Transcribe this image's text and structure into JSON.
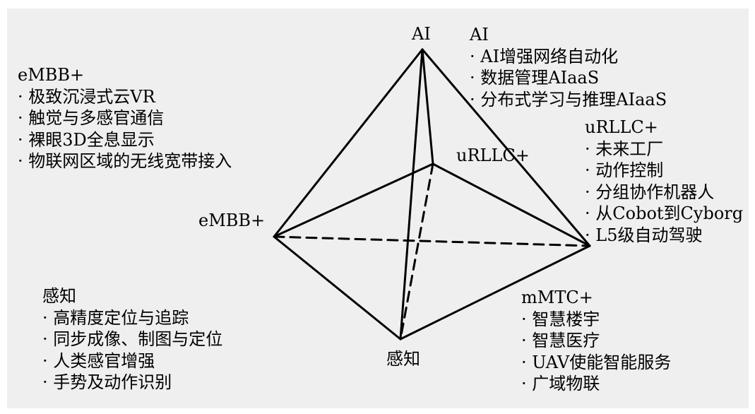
{
  "vertices": {
    "ai": "AI",
    "urllc": "uRLLC+",
    "embb": "eMBB+",
    "sensing": "感知"
  },
  "groups": {
    "ai": {
      "title": "AI",
      "items": [
        "AI增强网络自动化",
        "数据管理AIaaS",
        "分布式学习与推理AIaaS"
      ]
    },
    "embb": {
      "title": "eMBB+",
      "items": [
        "极致沉浸式云VR",
        "触觉与多感官通信",
        "裸眼3D全息显示",
        "物联网区域的无线宽带接入"
      ]
    },
    "urllc": {
      "title": "uRLLC+",
      "items": [
        "未来工厂",
        "动作控制",
        "分组协作机器人",
        "从Cobot到Cyborg",
        "L5级自动驾驶"
      ]
    },
    "mmtc": {
      "title": "mMTC+",
      "items": [
        "智慧楼宇",
        "智慧医疗",
        "UAV使能智能服务",
        "广域物联"
      ]
    },
    "sensing": {
      "title": "感知",
      "items": [
        "高精度定位与追踪",
        "同步成像、制图与定位",
        "人类感官增强",
        "手势及动作识别"
      ]
    }
  }
}
